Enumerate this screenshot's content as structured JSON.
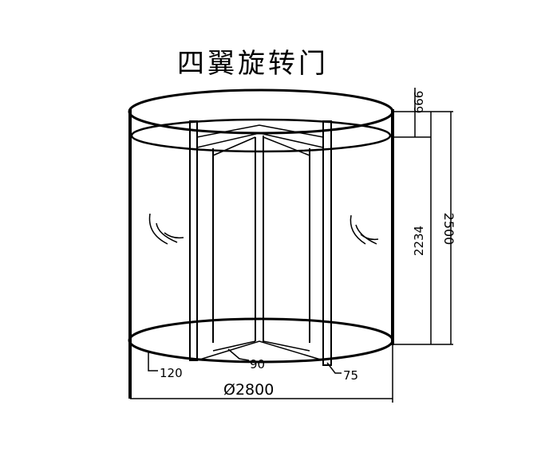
{
  "title": "四翼旋转门",
  "dimensions": {
    "top_height": "666",
    "inner_height": "2234",
    "total_height": "2500",
    "frame_post": "120",
    "wing_width": "90",
    "post_size": "75",
    "diameter": "Ø2800"
  }
}
